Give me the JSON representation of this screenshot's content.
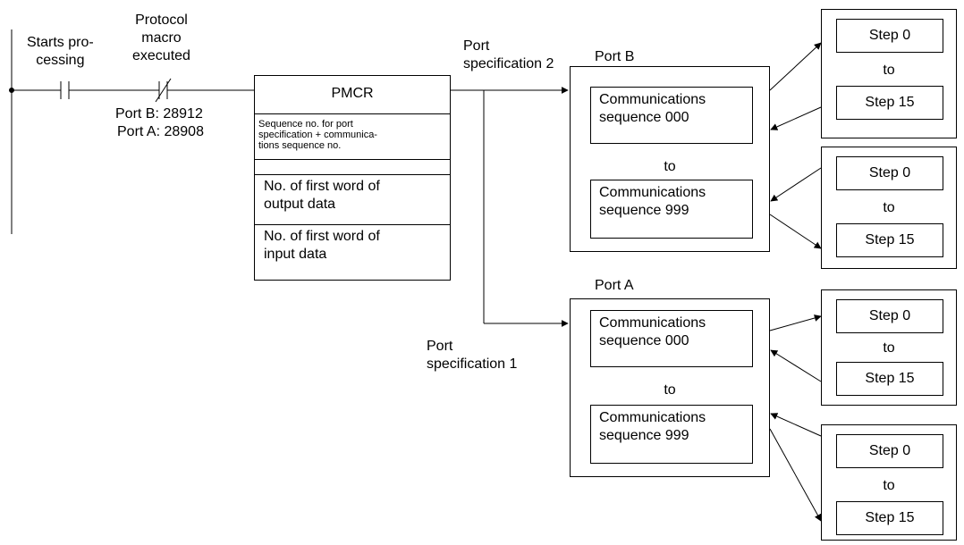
{
  "ladder": {
    "contact1_label": "Starts pro-\ncessing",
    "contact2_label": "Protocol\nmacro\nexecuted",
    "port_b_bit": "Port B: 28912",
    "port_a_bit": "Port A: 28908"
  },
  "pmcr": {
    "title": "PMCR",
    "operand1": "Sequence no. for port specification + communica-tions sequence no.",
    "operand1_lines": "Sequence no. for port\nspecification + communica-\ntions sequence no.",
    "operand2": "No. of first word of\noutput data",
    "operand3": "No. of first word of\ninput data"
  },
  "port_spec_2": "Port\nspecification 2",
  "port_spec_1": "Port\nspecification 1",
  "port_b": {
    "label": "Port B",
    "seq_first": "Communications\nsequence 000",
    "to": "to",
    "seq_last": "Communications\nsequence 999"
  },
  "port_a": {
    "label": "Port A",
    "seq_first": "Communications\nsequence 000",
    "to": "to",
    "seq_last": "Communications\nsequence 999"
  },
  "steps": {
    "first": "Step 0",
    "to": "to",
    "last": "Step 15"
  }
}
